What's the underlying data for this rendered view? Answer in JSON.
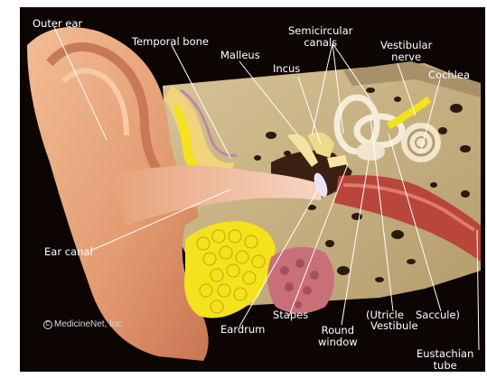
{
  "labels": {
    "outer_ear": "Outer ear",
    "temporal_bone": "Temporal bone",
    "semicircular_canals": [
      "Semicircular",
      "canals"
    ],
    "malleus": "Malleus",
    "incus": "Incus",
    "vestibular_nerve": [
      "Vestibular",
      "nerve"
    ],
    "cochlea": "Cochlea",
    "ear_canal": "Ear canal",
    "stapes": "Stapes",
    "eardrum": "Eardrum",
    "round_window": [
      "Round",
      "window"
    ],
    "utricle": "(Utricle",
    "saccule": "Saccule)",
    "vestibule": "Vestibule",
    "eustachian_tube": [
      "Eustachian",
      "tube"
    ]
  },
  "copyright": "MedicineNet, Inc.",
  "colors": {
    "background": "#0c0504",
    "skin": "#e8a47a",
    "bone": "#c9b48a",
    "cartilage": "#f0d37a",
    "fat": "#f3e21c",
    "canal_red": "#b8463a",
    "label": "#ffffff"
  }
}
